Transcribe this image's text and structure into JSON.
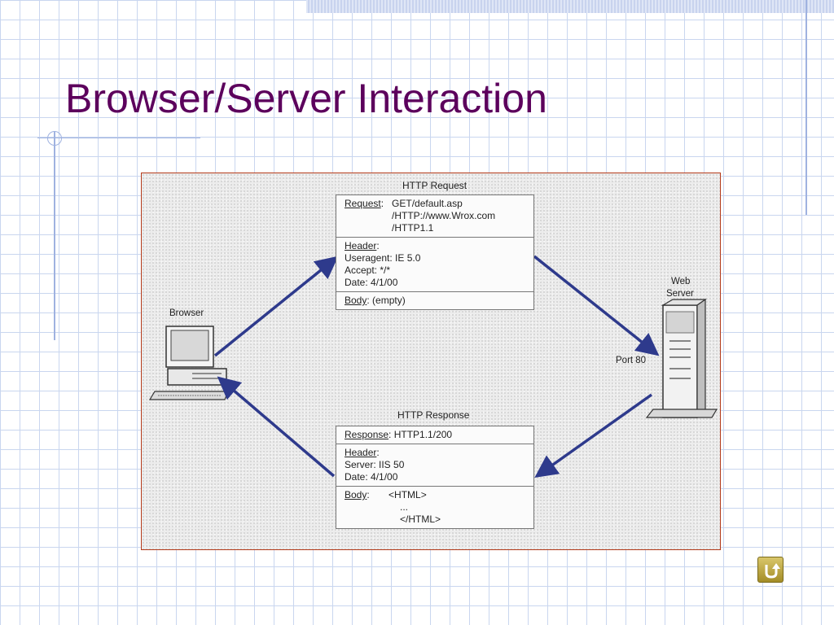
{
  "slide": {
    "title": "Browser/Server Interaction"
  },
  "diagram": {
    "request_title": "HTTP Request",
    "request": {
      "request_label": "Request",
      "request_lines": [
        "GET/default.asp",
        "/HTTP://www.Wrox.com",
        "/HTTP1.1"
      ],
      "header_label": "Header",
      "header_lines": [
        "Useragent: IE 5.0",
        "Accept: */*",
        "Date: 4/1/00"
      ],
      "body_label": "Body",
      "body_value": "(empty)"
    },
    "response_title": "HTTP Response",
    "response": {
      "response_label": "Response",
      "response_value": "HTTP1.1/200",
      "header_label": "Header",
      "header_lines": [
        "Server: IIS 50",
        "Date: 4/1/00"
      ],
      "body_label": "Body",
      "body_lines": [
        "<HTML>",
        "...",
        "</HTML>"
      ]
    },
    "browser_label": "Browser",
    "server_label_line1": "Web",
    "server_label_line2": "Server",
    "port_label": "Port 80"
  },
  "colors": {
    "title": "#5c005c",
    "arrow": "#2e3a8c",
    "frame_border": "#b33a1a"
  },
  "icons": {
    "back_button": "return-arrow-icon",
    "browser": "computer-icon",
    "server": "server-tower-icon"
  }
}
